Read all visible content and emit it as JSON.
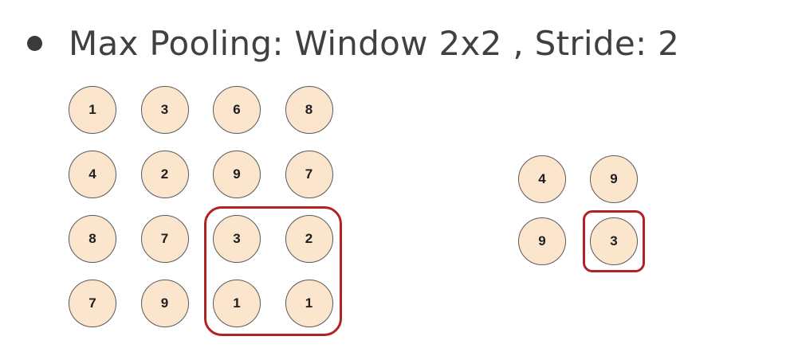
{
  "heading": "Max Pooling: Window 2x2 , Stride: 2",
  "colors": {
    "cell_fill": "#fce5cd",
    "cell_border": "#5a5a5a",
    "highlight": "#b22222",
    "text": "#404040"
  },
  "input_grid": [
    [
      "1",
      "3",
      "6",
      "8"
    ],
    [
      "4",
      "2",
      "9",
      "7"
    ],
    [
      "8",
      "7",
      "3",
      "2"
    ],
    [
      "7",
      "9",
      "1",
      "1"
    ]
  ],
  "output_grid": [
    [
      "4",
      "9"
    ],
    [
      "9",
      "3"
    ]
  ],
  "highlighted_input_window": {
    "rows": [
      2,
      3
    ],
    "cols": [
      2,
      3
    ]
  },
  "highlighted_output_cell": {
    "row": 1,
    "col": 1
  }
}
